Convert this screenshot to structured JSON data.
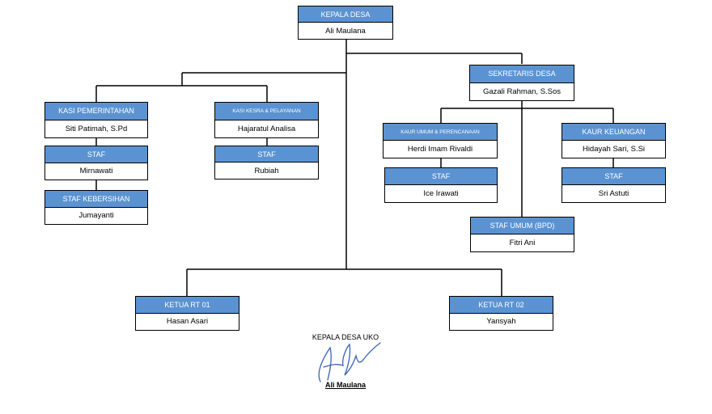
{
  "colors": {
    "header_fill": "#5b93d2",
    "header_text": "#ffffff",
    "line": "#000000",
    "signature_ink": "#3a63b8"
  },
  "nodes": {
    "kepala": {
      "title": "KEPALA DESA",
      "name": "Ali Maulana"
    },
    "sekretaris": {
      "title": "SEKRETARIS DESA",
      "name": "Gazali Rahman, S.Sos"
    },
    "kasi_pem": {
      "title": "KASI PEMERINTAHAN",
      "name": "Siti Patimah, S.Pd"
    },
    "staf_pem": {
      "title": "STAF",
      "name": "Mirnawati"
    },
    "staf_kebersihan": {
      "title": "STAF KEBERSIHAN",
      "name": "Jumayanti"
    },
    "kasi_kesra": {
      "title": "KASI KESRA & PELAYANAN",
      "name": "Hajaratul Analisa"
    },
    "staf_kesra": {
      "title": "STAF",
      "name": "Rubiah"
    },
    "kaur_umum": {
      "title": "KAUR UMUM & PERENCANAAN",
      "name": "Herdi Imam Rivaldi"
    },
    "staf_umum_kaur": {
      "title": "STAF",
      "name": "Ice Irawati"
    },
    "kaur_keu": {
      "title": "KAUR KEUANGAN",
      "name": "Hidayah Sari, S.Si"
    },
    "staf_keu": {
      "title": "STAF",
      "name": "Sri Astuti"
    },
    "staf_bpd": {
      "title": "STAF UMUM  (BPD)",
      "name": "Fitri Ani"
    },
    "rt01": {
      "title": "KETUA RT 01",
      "name": "Hasan Asari"
    },
    "rt02": {
      "title": "KETUA RT 02",
      "name": "Yansyah"
    }
  },
  "signature": {
    "title": "KEPALA DESA UKO",
    "name": "Ali Maulana"
  }
}
